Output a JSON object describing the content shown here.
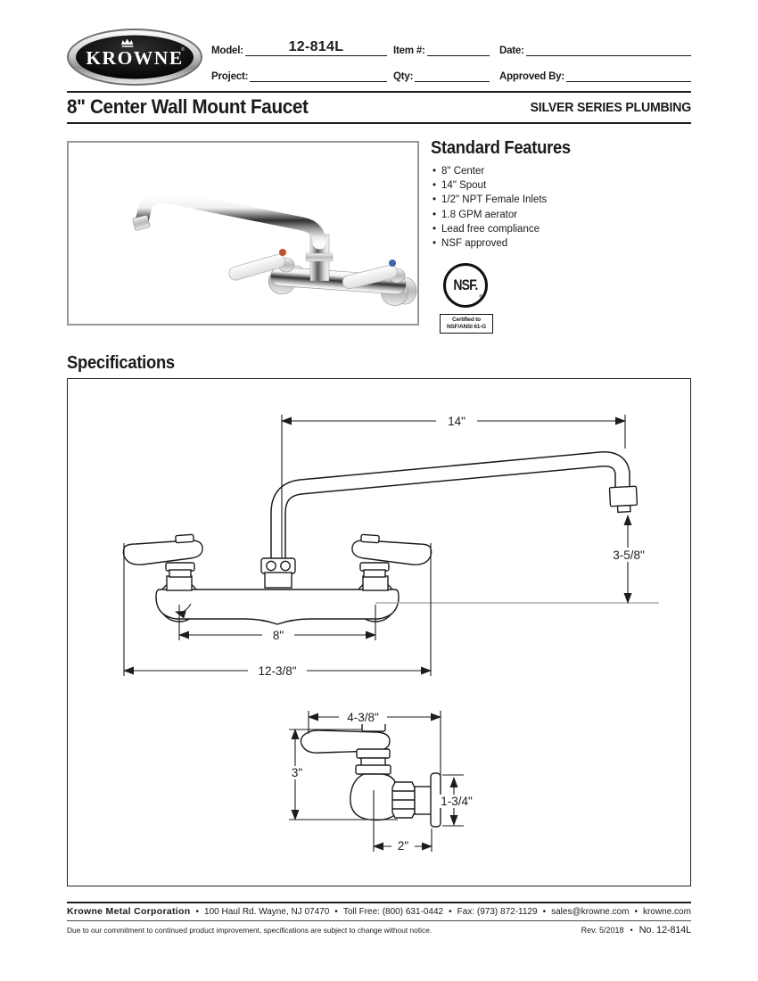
{
  "header": {
    "logo_text": "KROWNE",
    "logo_reg": "®",
    "fields": {
      "model_label": "Model:",
      "model_value": "12-814L",
      "item_label": "Item #:",
      "date_label": "Date:",
      "project_label": "Project:",
      "qty_label": "Qty:",
      "approved_label": "Approved By:"
    }
  },
  "title": {
    "product": "8\" Center Wall Mount Faucet",
    "series": "SILVER SERIES PLUMBING"
  },
  "features": {
    "heading": "Standard Features",
    "items": [
      "8\" Center",
      "14\" Spout",
      "1/2\" NPT Female Inlets",
      "1.8 GPM aerator",
      "Lead free compliance",
      "NSF approved"
    ]
  },
  "nsf": {
    "mark": "NSF.",
    "reg": "®",
    "cert1": "Certified to",
    "cert2": "NSF/ANSI 61-G"
  },
  "specifications": {
    "heading": "Specifications",
    "dimensions": {
      "spout_length": "14\"",
      "spout_height": "3-5/8\"",
      "center_spacing": "8\"",
      "overall_width": "12-3/8\"",
      "side_depth": "4-3/8\"",
      "side_height": "3\"",
      "flange_height": "1-3/4\"",
      "outlet_depth": "2\""
    }
  },
  "footer": {
    "company": "Krowne Metal Corporation",
    "bullet": "•",
    "address": "100 Haul Rd. Wayne, NJ 07470",
    "toll_free": "Toll Free: (800) 631-0442",
    "fax": "Fax: (973) 872-1129",
    "email": "sales@krowne.com",
    "website": "krowne.com",
    "disclaimer": "Due to our commitment to continued product improvement, specifications are subject to change without notice.",
    "revision": "Rev. 5/2018",
    "doc_number": "No. 12-814L"
  }
}
